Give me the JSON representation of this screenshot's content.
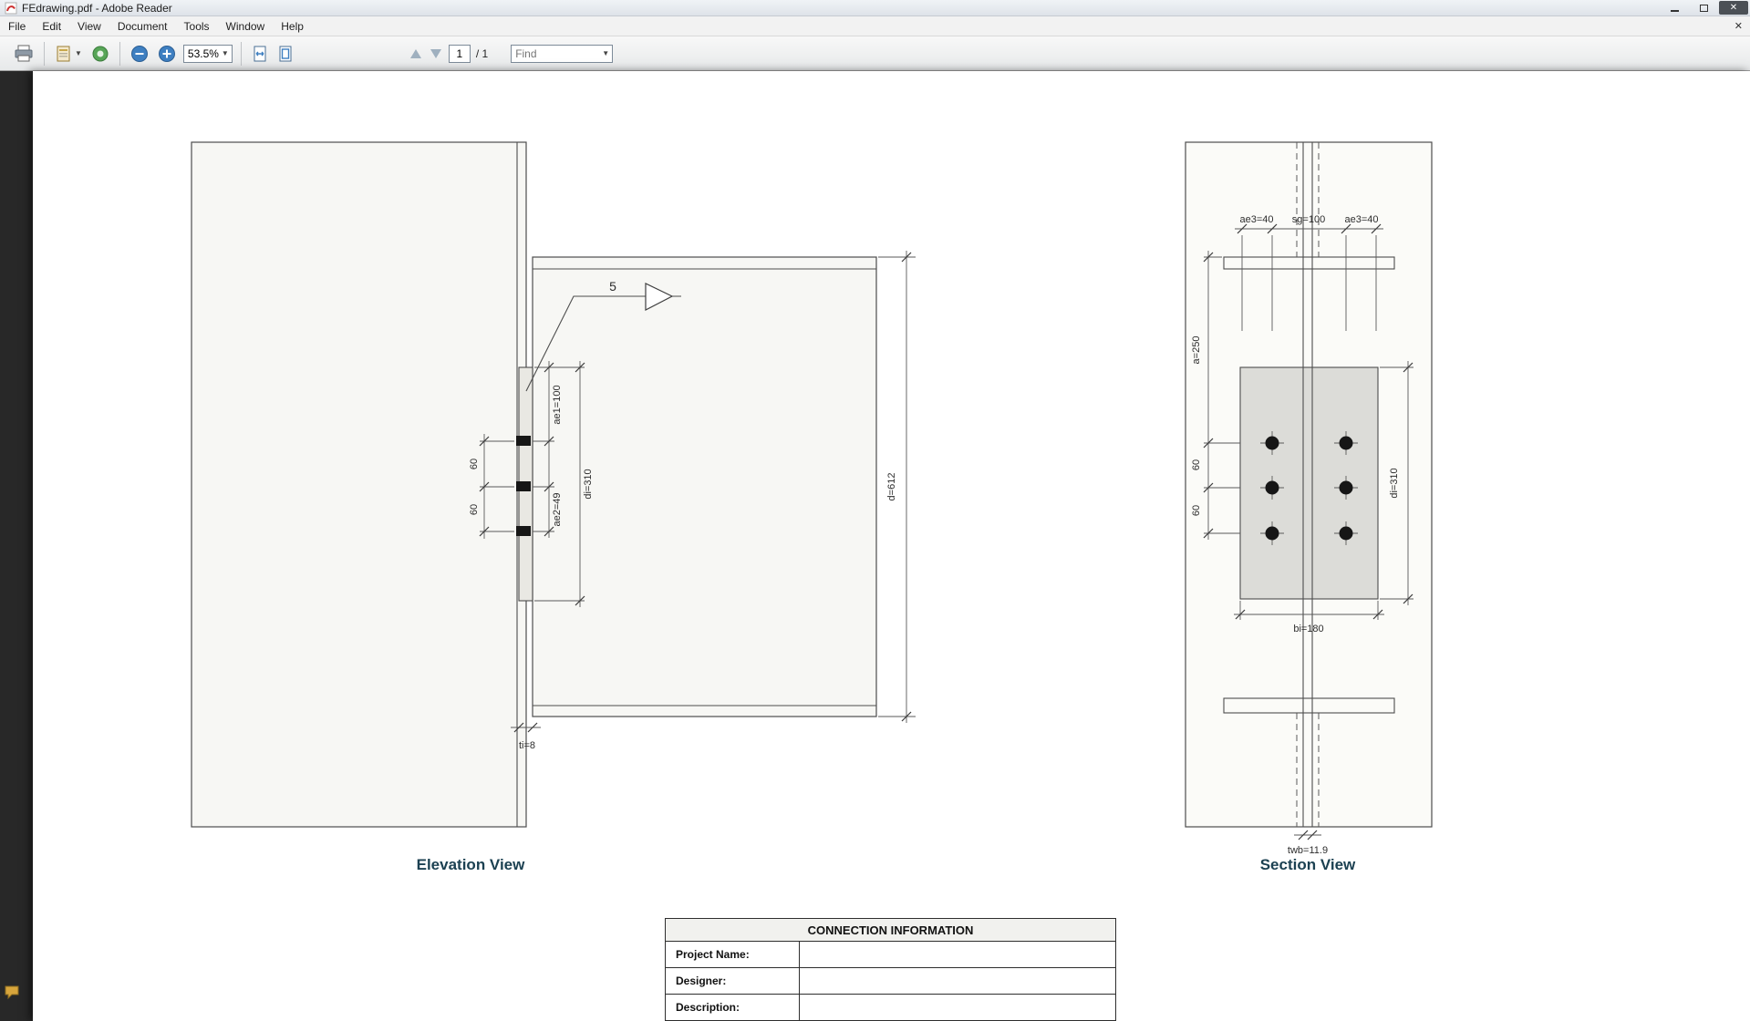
{
  "window": {
    "title": "FEdrawing.pdf - Adobe Reader"
  },
  "menu": [
    "File",
    "Edit",
    "View",
    "Document",
    "Tools",
    "Window",
    "Help"
  ],
  "toolbar": {
    "zoom_value": "53.5%",
    "page_value": "1",
    "page_total": "/ 1",
    "find_placeholder": "Find"
  },
  "drawing": {
    "elevation": {
      "title": "Elevation View",
      "weld_size": "5",
      "dims": {
        "ae1": "ae1=100",
        "di": "di=310",
        "ae2": "ae2=49",
        "spacing1": "60",
        "spacing2": "60",
        "d": "d=612",
        "ti": "ti=8"
      }
    },
    "section": {
      "title": "Section View",
      "dims": {
        "ae3_left": "ae3=40",
        "sg": "sg=100",
        "ae3_right": "ae3=40",
        "a": "a=250",
        "spacing1": "60",
        "spacing2": "60",
        "di": "di=310",
        "bi": "bi=180",
        "twb": "twb=11.9"
      }
    }
  },
  "connection_table": {
    "header": "CONNECTION INFORMATION",
    "rows": [
      {
        "label": "Project Name:",
        "value": ""
      },
      {
        "label": "Designer:",
        "value": ""
      },
      {
        "label": "Description:",
        "value": ""
      }
    ]
  }
}
